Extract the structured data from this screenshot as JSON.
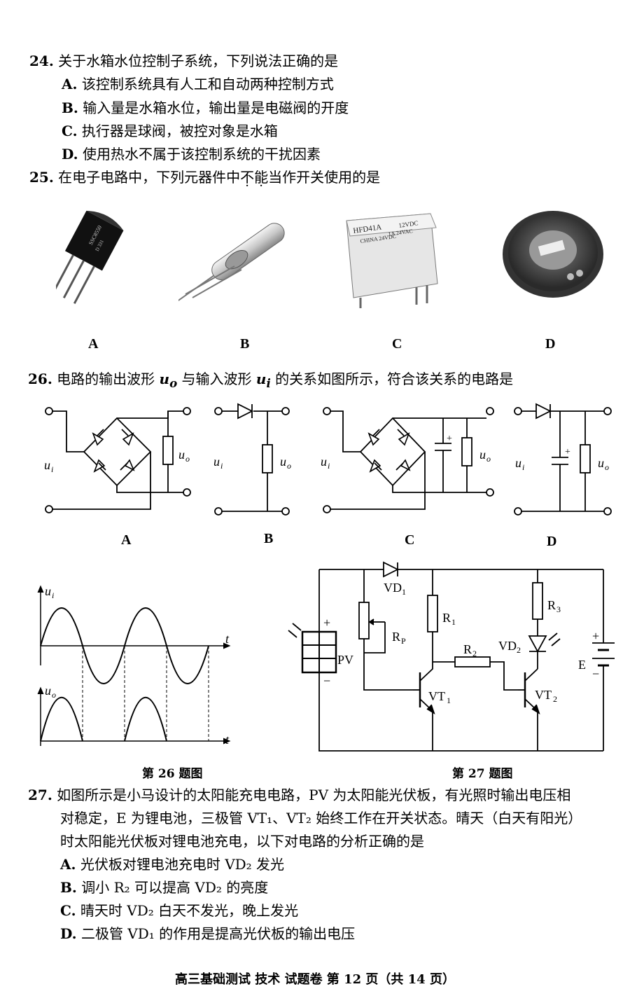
{
  "q24": {
    "num": "24.",
    "stem": "关于水箱水位控制子系统，下列说法正确的是",
    "options": [
      {
        "key": "A.",
        "text": "该控制系统具有人工和自动两种控制方式"
      },
      {
        "key": "B.",
        "text": "输入量是水箱水位，输出量是电磁阀的开度"
      },
      {
        "key": "C.",
        "text": "执行器是球阀，被控对象是水箱"
      },
      {
        "key": "D.",
        "text": "使用热水不属于该控制系统的干扰因素"
      }
    ]
  },
  "q25": {
    "num": "25.",
    "stem_pre": "在电子电路中，下列元器件中",
    "stem_em1": "不",
    "stem_em2": "能",
    "stem_post": "当作开关使用的是",
    "choices": [
      "A",
      "B",
      "C",
      "D"
    ],
    "component_text": {
      "transistor": "SSC8550",
      "transistor_line2": "D 331",
      "relay_model": "HFD41A",
      "relay_v1": "12VDC",
      "relay_v2": "1A 24VAC",
      "relay_v3": "CHINA 24VDC"
    }
  },
  "q26": {
    "num": "26.",
    "stem_pre": "电路的输出波形 ",
    "uo": "u",
    "uo_sub": "o",
    "stem_mid": " 与输入波形 ",
    "ui": "u",
    "ui_sub": "i",
    "stem_post": " 的关系如图所示，符合该关系的电路是",
    "choices": [
      "A",
      "B",
      "C",
      "D"
    ],
    "in_label": "u",
    "in_sub": "i",
    "out_label": "u",
    "out_sub": "o",
    "wave_t": "t",
    "fig_caption": "第 26 题图"
  },
  "q27_fig": {
    "caption": "第 27 题图",
    "labels": {
      "vd1": "VD",
      "vd1_sub": "1",
      "r1": "R",
      "r1_sub": "1",
      "rp": "R",
      "rp_sub": "P",
      "r2": "R",
      "r2_sub": "2",
      "r3": "R",
      "r3_sub": "3",
      "vd2": "VD",
      "vd2_sub": "2",
      "vt1": "VT",
      "vt1_sub": "1",
      "vt2": "VT",
      "vt2_sub": "2",
      "pv": "PV",
      "e": "E",
      "plus": "+",
      "minus": "−"
    }
  },
  "q27": {
    "num": "27.",
    "stem_l1": "如图所示是小马设计的太阳能充电电路，PV 为太阳能光伏板，有光照时输出电压相",
    "stem_l2": "对稳定，E 为锂电池，三极管 VT₁、VT₂ 始终工作在开关状态。晴天（白天有阳光）",
    "stem_l3": "时太阳能光伏板对锂电池充电，以下对电路的分析正确的是",
    "options": [
      {
        "key": "A.",
        "text": "光伏板对锂电池充电时 VD₂ 发光"
      },
      {
        "key": "B.",
        "text": "调小 R₂ 可以提高 VD₂ 的亮度"
      },
      {
        "key": "C.",
        "text": "晴天时 VD₂ 白天不发光，晚上发光"
      },
      {
        "key": "D.",
        "text": "二极管 VD₁ 的作用是提高光伏板的输出电压"
      }
    ]
  },
  "footer": "高三基础测试  技术  试题卷  第 12 页（共 14 页）"
}
